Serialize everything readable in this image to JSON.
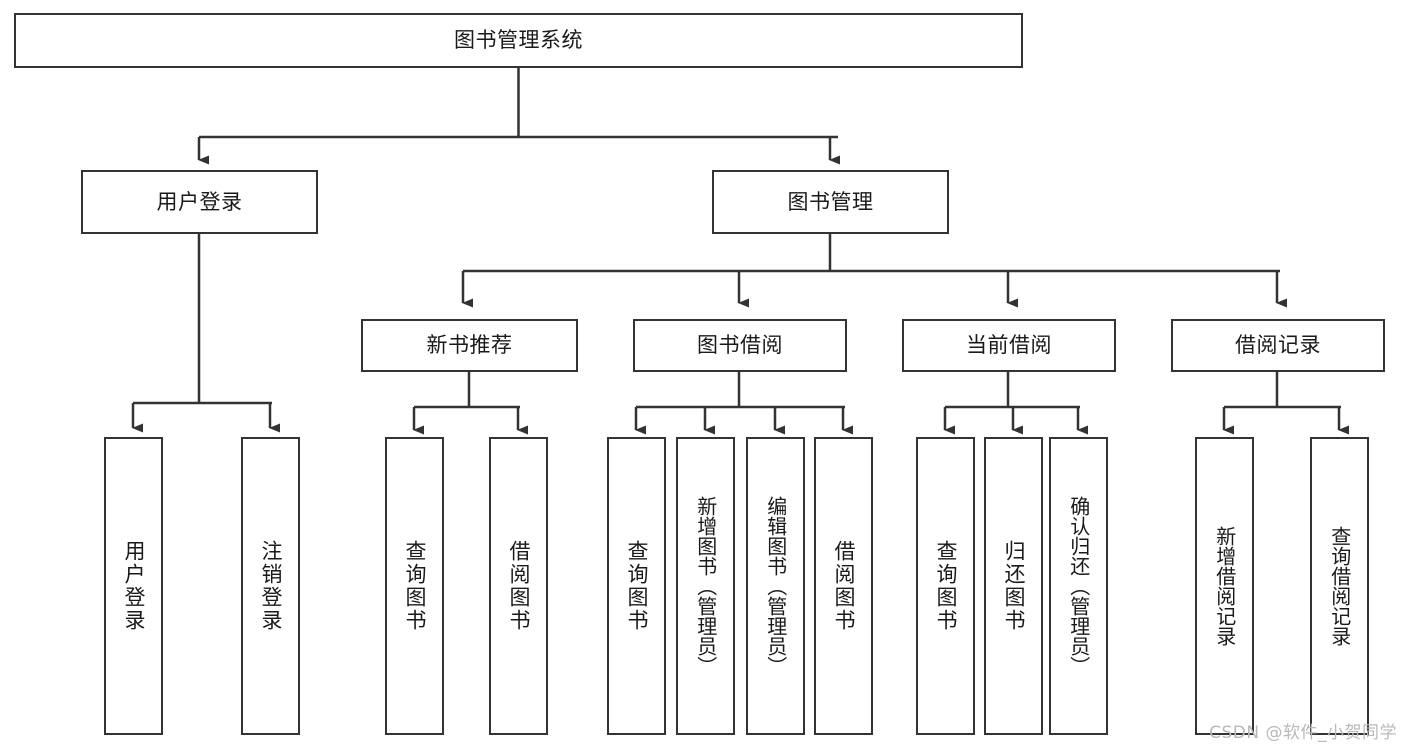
{
  "diagram": {
    "title": "图书管理系统",
    "type": "tree",
    "colors": {
      "box_border": "#333333",
      "box_fill": "#ffffff",
      "edge": "#333333",
      "text": "#1a1a1a",
      "watermark": "#b9b9b9",
      "background": "#ffffff"
    },
    "watermark": "CSDN @软件_小贺同学"
  },
  "nodes": {
    "root": {
      "label": "图书管理系统"
    },
    "level2": [
      {
        "id": "user-login",
        "label": "用户登录"
      },
      {
        "id": "book-manage",
        "label": "图书管理"
      }
    ],
    "level3": [
      {
        "id": "new-book-recommend",
        "label": "新书推荐"
      },
      {
        "id": "book-borrow",
        "label": "图书借阅"
      },
      {
        "id": "current-borrow",
        "label": "当前借阅"
      },
      {
        "id": "borrow-record",
        "label": "借阅记录"
      }
    ],
    "leaves": {
      "user-login": [
        {
          "id": "leaf-user-login",
          "label": "用户登录"
        },
        {
          "id": "leaf-user-logout",
          "label": "注销登录"
        }
      ],
      "new-book-recommend": [
        {
          "id": "leaf-query-book-1",
          "label": "查询图书"
        },
        {
          "id": "leaf-borrow-book-1",
          "label": "借阅图书"
        }
      ],
      "book-borrow": [
        {
          "id": "leaf-query-book-2",
          "label": "查询图书"
        },
        {
          "id": "leaf-add-book",
          "label": "新增图书（管理员）"
        },
        {
          "id": "leaf-edit-book",
          "label": "编辑图书（管理员）"
        },
        {
          "id": "leaf-borrow-book-2",
          "label": "借阅图书"
        }
      ],
      "current-borrow": [
        {
          "id": "leaf-query-book-3",
          "label": "查询图书"
        },
        {
          "id": "leaf-return-book",
          "label": "归还图书"
        },
        {
          "id": "leaf-confirm-return",
          "label": "确认归还（管理员）"
        }
      ],
      "borrow-record": [
        {
          "id": "leaf-add-record",
          "label": "新增借阅记录"
        },
        {
          "id": "leaf-query-record",
          "label": "查询借阅记录"
        }
      ]
    }
  }
}
